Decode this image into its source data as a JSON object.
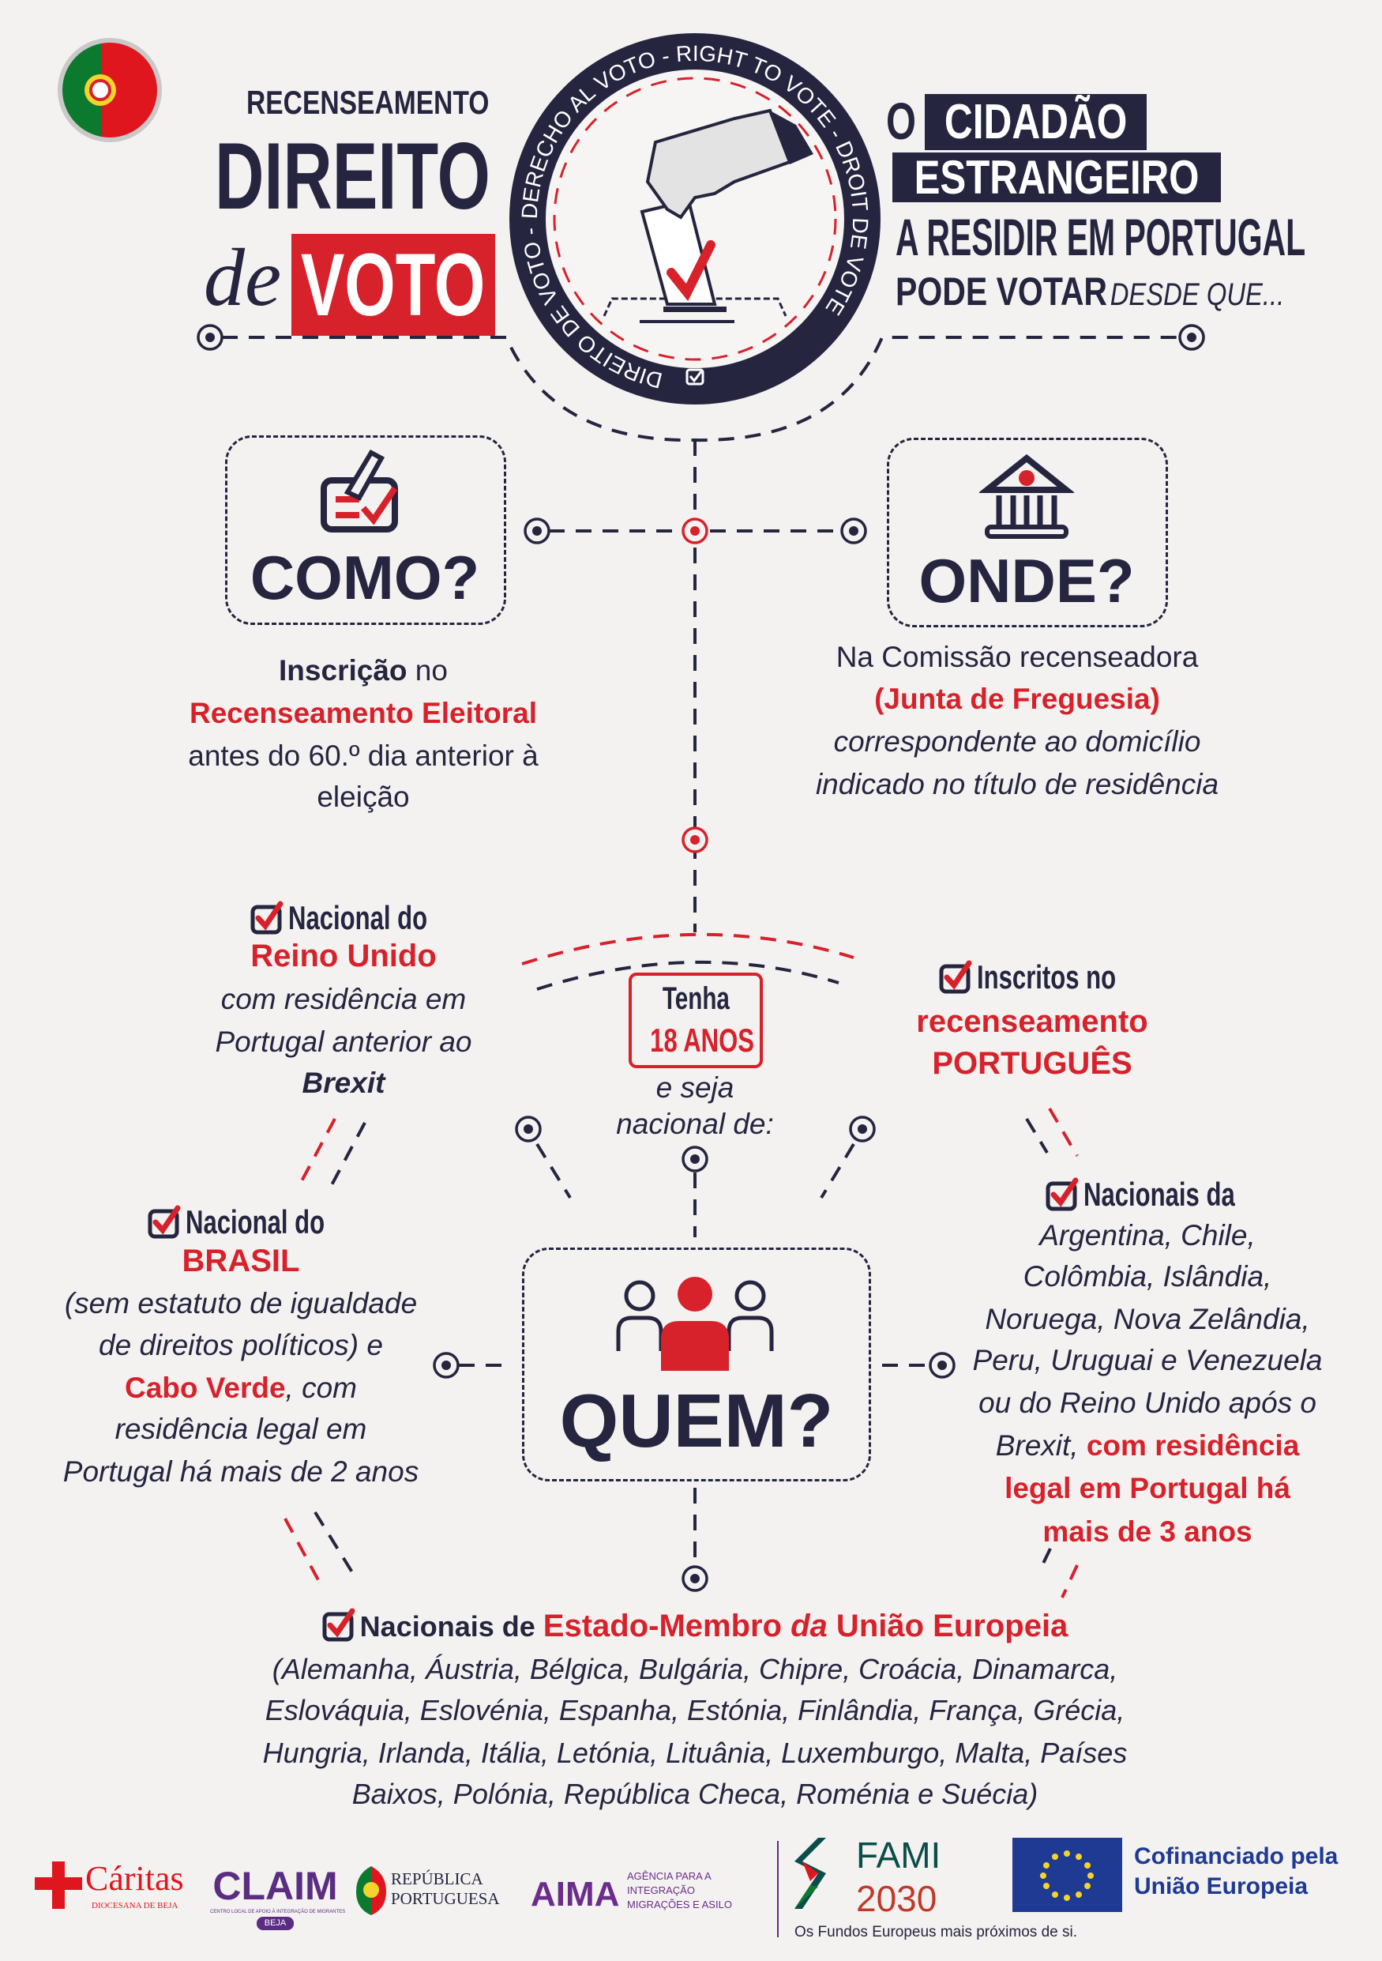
{
  "colors": {
    "navy": "#25253f",
    "red": "#d7212b",
    "background": "#f3f2f1"
  },
  "header": {
    "kicker": "RECENSEAMENTO",
    "title_line1": "DIREITO",
    "title_de": "de",
    "title_voto": "VOTO",
    "right_o": "O",
    "right_cidadao": "CIDADÃO",
    "right_estrangeiro": "ESTRANGEIRO",
    "right_residir": "A RESIDIR EM PORTUGAL",
    "right_pode": "PODE VOTAR",
    "right_desde": "DESDE QUE...",
    "seal_text_top": "DERECHO AL VOTO - RIGHT TO VOTE - DROIT DE VOTE",
    "seal_text_bottom": "DIREITO DE VOTO -"
  },
  "como": {
    "title": "COMO?",
    "l1_bold": "Inscrição",
    "l1_rest": " no",
    "l2": "Recenseamento Eleitoral",
    "l3": "antes do 60.º dia anterior à",
    "l4": "eleição"
  },
  "onde": {
    "title": "ONDE?",
    "l1": "Na Comissão recenseadora",
    "l2": "(Junta de Freguesia)",
    "l3": "correspondente ao domicílio",
    "l4": "indicado no título de residência"
  },
  "center": {
    "l1": "Tenha",
    "l2": "18 ANOS",
    "l3": "e seja",
    "l4": "nacional de:"
  },
  "quem": {
    "title": "QUEM?"
  },
  "reino_unido": {
    "l1": "Nacional do",
    "l2": "Reino Unido",
    "l3": "com residência em",
    "l4": "Portugal anterior ao",
    "l5": "Brexit"
  },
  "inscritos": {
    "l1": "Inscritos no",
    "l2": "recenseamento",
    "l3": "PORTUGUÊS"
  },
  "brasil": {
    "l1": "Nacional do",
    "l2": "BRASIL",
    "l3": "(sem estatuto de igualdade",
    "l4": "de direitos políticos) e",
    "l5a": "Cabo Verde",
    "l5b": ", com",
    "l6": "residência legal em",
    "l7": "Portugal há mais de 2 anos"
  },
  "nacionais": {
    "l1": "Nacionais da",
    "l2": "Argentina, Chile,",
    "l3": "Colômbia, Islândia,",
    "l4": "Noruega, Nova Zelândia,",
    "l5": "Peru, Uruguai e Venezuela",
    "l6": "ou do Reino Unido após o",
    "l7a": "Brexit, ",
    "l7b": "com residência",
    "l8": "legal em Portugal há",
    "l9": "mais de 3 anos"
  },
  "ue": {
    "l1a": "Nacionais de ",
    "l1b": "Estado-Membro ",
    "l1c": "da",
    "l1d": " União Europeia",
    "l2": "(Alemanha, Áustria, Bélgica, Bulgária, Chipre, Croácia, Dinamarca,",
    "l3": "Eslováquia, Eslovénia, Espanha, Estónia, Finlândia, França, Grécia,",
    "l4": "Hungria, Irlanda, Itália, Letónia, Lituânia, Luxemburgo, Malta, Países",
    "l5": "Baixos, Polónia, República Checa, Roménia e Suécia)"
  },
  "footer": {
    "caritas": "Cáritas",
    "caritas_sub": "DIOCESANA DE BEJA",
    "claim": "CLAIM",
    "claim_sub": "CENTRO LOCAL DE APOIO À INTEGRAÇÃO DE MIGRANTES",
    "claim_badge": "BEJA",
    "republica1": "REPÚBLICA",
    "republica2": "PORTUGUESA",
    "aima": "AIMA",
    "aima_sub1": "AGÊNCIA PARA A",
    "aima_sub2": "INTEGRAÇÃO",
    "aima_sub3": "MIGRAÇÕES E ASILO",
    "fami1": "FAMI",
    "fami2": "2030",
    "fami_tagline": "Os Fundos Europeus mais próximos de si.",
    "eu1": "Cofinanciado pela",
    "eu2": "União Europeia"
  }
}
